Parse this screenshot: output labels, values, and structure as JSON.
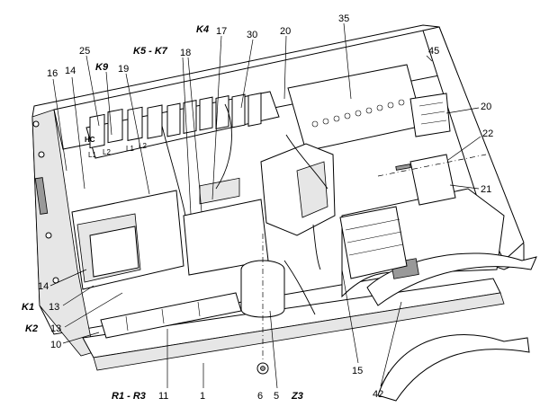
{
  "callouts": [
    {
      "id": "c1",
      "label": "1"
    },
    {
      "id": "c5",
      "label": "5"
    },
    {
      "id": "c6",
      "label": "6"
    },
    {
      "id": "c10",
      "label": "10"
    },
    {
      "id": "c11",
      "label": "11"
    },
    {
      "id": "c13a",
      "label": "13"
    },
    {
      "id": "c13b",
      "label": "13"
    },
    {
      "id": "c14a",
      "label": "14"
    },
    {
      "id": "c14b",
      "label": "14"
    },
    {
      "id": "c15",
      "label": "15"
    },
    {
      "id": "c16",
      "label": "16"
    },
    {
      "id": "c17",
      "label": "17"
    },
    {
      "id": "c18",
      "label": "18"
    },
    {
      "id": "c19",
      "label": "19"
    },
    {
      "id": "c20a",
      "label": "20"
    },
    {
      "id": "c20b",
      "label": "20"
    },
    {
      "id": "c21",
      "label": "21"
    },
    {
      "id": "c22",
      "label": "22"
    },
    {
      "id": "c25",
      "label": "25"
    },
    {
      "id": "c30",
      "label": "30"
    },
    {
      "id": "c35",
      "label": "35"
    },
    {
      "id": "c42",
      "label": "42"
    },
    {
      "id": "c45",
      "label": "45"
    }
  ],
  "component_labels": [
    {
      "id": "k1",
      "label": "K1"
    },
    {
      "id": "k2",
      "label": "K2"
    },
    {
      "id": "k4",
      "label": "K4"
    },
    {
      "id": "k5k7",
      "label": "K5 - K7"
    },
    {
      "id": "k9",
      "label": "K9"
    },
    {
      "id": "r1r3",
      "label": "R1 - R3"
    },
    {
      "id": "z3",
      "label": "Z3"
    }
  ],
  "device_markings": {
    "terminal_l1": "L1",
    "terminal_l2": "L2",
    "terminal_l2b": "L2",
    "terminal_l1b": "L1",
    "hc_mark": "HC"
  }
}
